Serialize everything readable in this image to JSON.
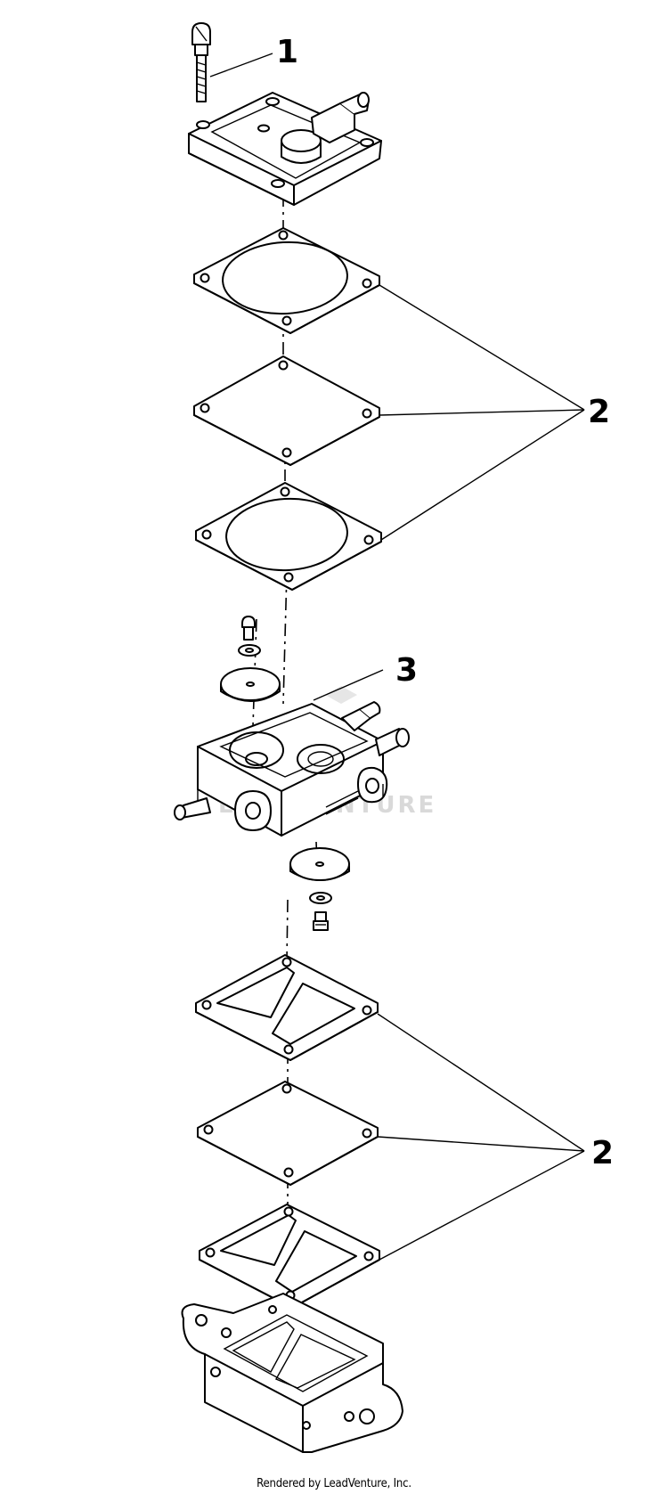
{
  "callouts": {
    "one": "1",
    "two_upper": "2",
    "three": "3",
    "two_lower": "2"
  },
  "watermark": "LEADVENTURE",
  "footer": "Rendered by LeadVenture, Inc."
}
